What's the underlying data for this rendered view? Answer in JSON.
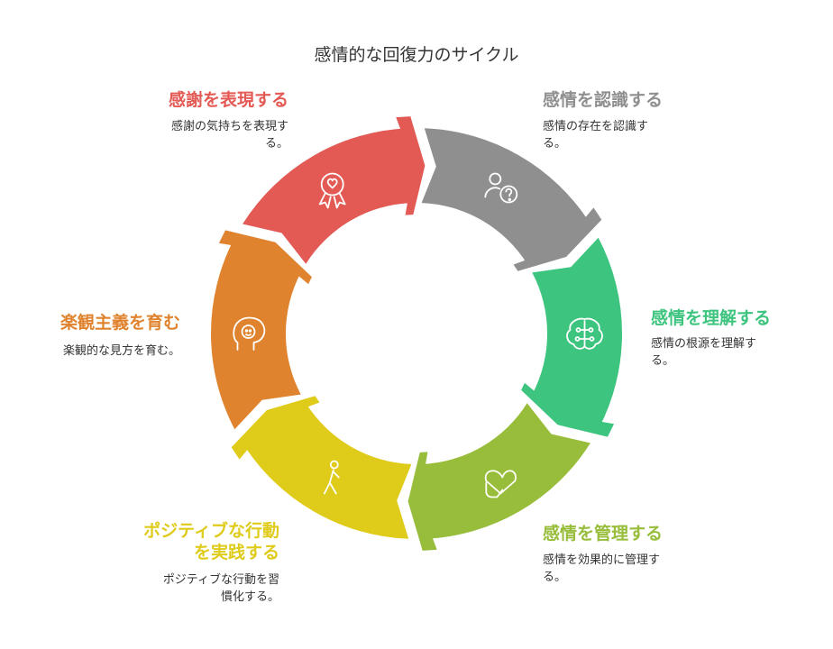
{
  "title": "感情的な回復力のサイクル",
  "steps": [
    {
      "label": "感情を認識する",
      "desc_lines": [
        "感情の存在を認識す",
        "る。"
      ],
      "color": "#8f8f8f",
      "icon": "person-question-icon"
    },
    {
      "label": "感情を理解する",
      "desc_lines": [
        "感情の根源を理解す",
        "る。"
      ],
      "color": "#3dc47f",
      "icon": "brain-circuit-icon"
    },
    {
      "label": "感情を管理する",
      "desc_lines": [
        "感情を効果的に管理す",
        "る。"
      ],
      "color": "#97bd3a",
      "icon": "heart-hand-icon"
    },
    {
      "label_lines": [
        "ポジティブな行動",
        "を実践する"
      ],
      "desc_lines": [
        "ポジティブな行動を習",
        "慣化する。"
      ],
      "color": "#dfcb1a",
      "icon": "walking-person-icon"
    },
    {
      "label": "楽観主義を育む",
      "desc_lines": [
        "楽観的な見方を育む。"
      ],
      "color": "#e0832e",
      "icon": "smiling-head-icon"
    },
    {
      "label": "感謝を表現する",
      "desc_lines": [
        "感謝の気持ちを表現す",
        "る。"
      ],
      "color": "#e35a55",
      "icon": "award-heart-icon"
    }
  ]
}
